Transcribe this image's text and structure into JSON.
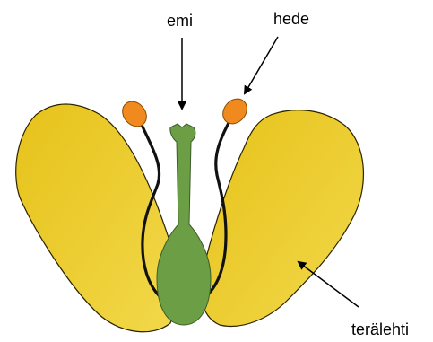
{
  "labels": {
    "pistil": "emi",
    "stamen": "hede",
    "petal": "terälehti"
  },
  "colors": {
    "petal_fill": "#E8C51E",
    "petal_fill_light": "#F0D23A",
    "petal_edge": "#2a2200",
    "anther": "#F08A1E",
    "pistil": "#6B9E45",
    "filament": "#111111",
    "arrow": "#000000"
  }
}
